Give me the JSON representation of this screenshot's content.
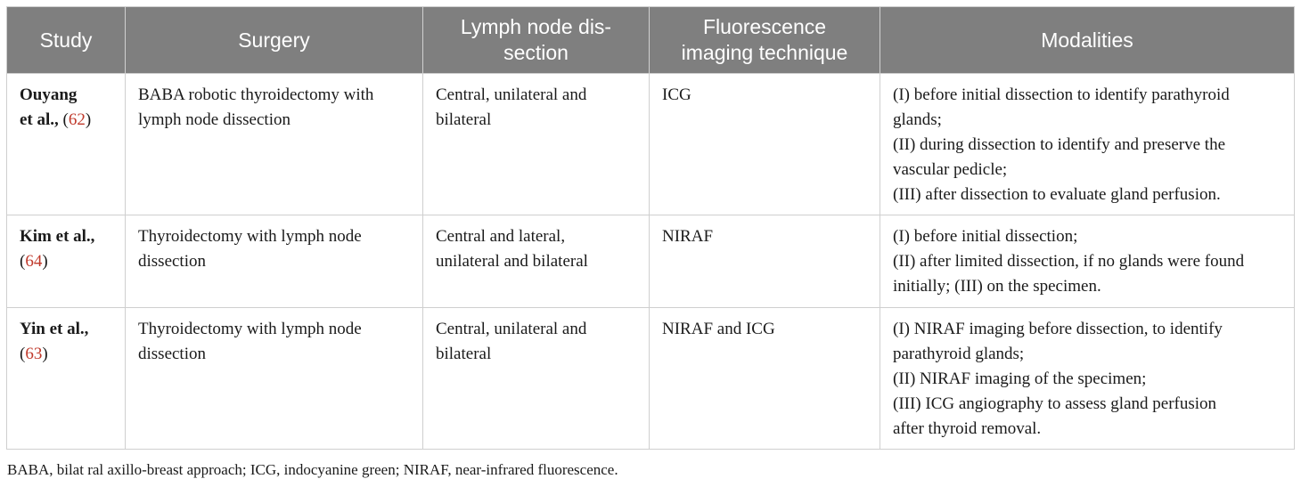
{
  "headers": [
    {
      "lines": [
        "Study"
      ]
    },
    {
      "lines": [
        "Surgery"
      ]
    },
    {
      "lines": [
        "Lymph node dis-",
        "section"
      ]
    },
    {
      "lines": [
        "Fluorescence",
        "imaging technique"
      ]
    },
    {
      "lines": [
        "Modalities"
      ]
    }
  ],
  "rows": [
    {
      "study_line1": "Ouyang",
      "study_line2_prefix": "et al.,",
      "study_open": " (",
      "study_ref": "62",
      "study_close": ")",
      "surgery": [
        "BABA robotic thyroidectomy with",
        "lymph node dissection"
      ],
      "lnd": [
        "Central, unilateral and",
        "bilateral"
      ],
      "technique": [
        "ICG"
      ],
      "modalities": [
        "(I) before initial dissection to identify parathyroid",
        "glands;",
        "(II) during dissection to identify and preserve the",
        "vascular pedicle;",
        "(III) after dissection to evaluate gland perfusion."
      ]
    },
    {
      "study_line1": "Kim et al.,",
      "study_line2_prefix": "",
      "study_open": "(",
      "study_ref": "64",
      "study_close": ")",
      "surgery": [
        "Thyroidectomy with lymph node",
        "dissection"
      ],
      "lnd": [
        "Central and lateral,",
        "unilateral and bilateral"
      ],
      "technique": [
        "NIRAF"
      ],
      "modalities": [
        "(I) before initial dissection;",
        "(II) after limited dissection, if no glands were found",
        "initially; (III) on the specimen."
      ]
    },
    {
      "study_line1": "Yin et al.,",
      "study_line2_prefix": "",
      "study_open": "(",
      "study_ref": "63",
      "study_close": ")",
      "surgery": [
        "Thyroidectomy with lymph node",
        "dissection"
      ],
      "lnd": [
        "Central, unilateral and",
        "bilateral"
      ],
      "technique": [
        "NIRAF and ICG"
      ],
      "modalities": [
        "(I) NIRAF imaging before dissection, to identify",
        "parathyroid glands;",
        "(II) NIRAF imaging of the specimen;",
        "(III) ICG angiography to assess gland perfusion",
        "after thyroid removal."
      ]
    }
  ],
  "footnote": "BABA, bilat ral axillo-breast approach; ICG, indocyanine green; NIRAF, near-infrared fluorescence.",
  "colors": {
    "header_bg": "#7f7f7f",
    "header_text": "#ffffff",
    "citation": "#c0392b",
    "border": "#cfcfcf"
  }
}
